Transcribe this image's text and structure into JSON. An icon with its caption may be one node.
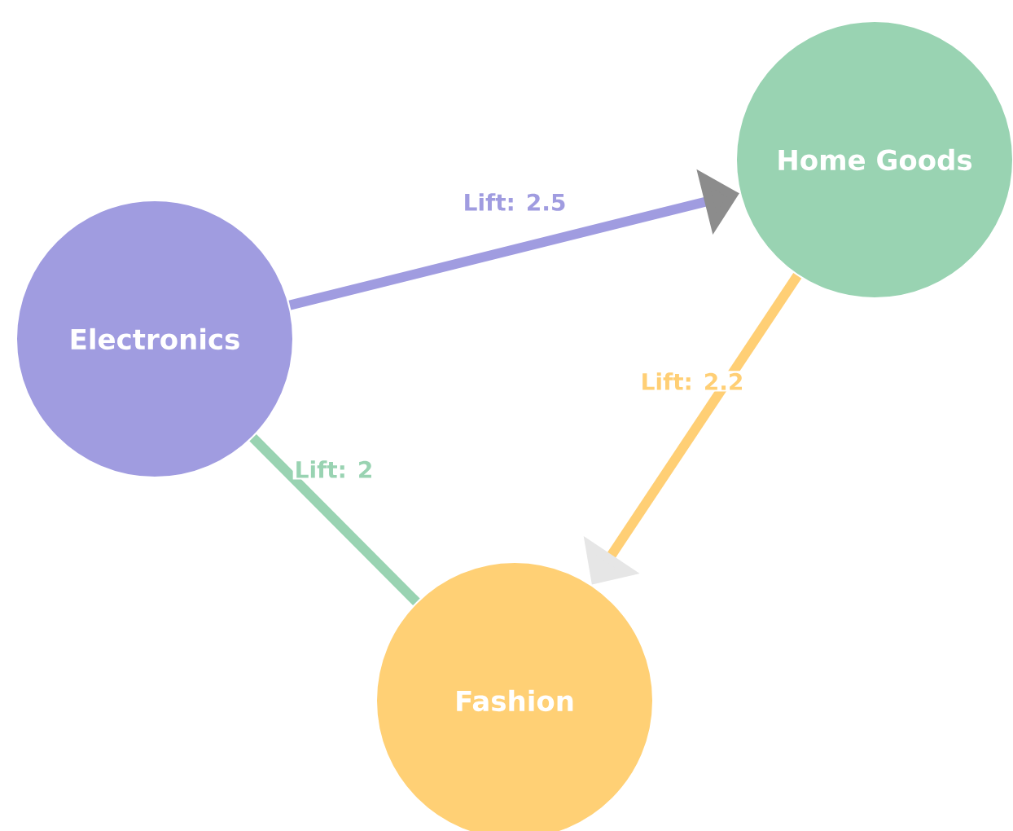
{
  "diagram": {
    "nodes": [
      {
        "text": [
          "Electronics"
        ]
      },
      {
        "text": [
          "Home Goods"
        ]
      },
      {
        "text": [
          "Fashion"
        ]
      }
    ],
    "edges": [
      {
        "from": 0,
        "to": 1,
        "arrow": "to",
        "label": "Lift: 2.5",
        "color": "#a09ce0"
      },
      {
        "from": 1,
        "to": 2,
        "arrow": "to",
        "label": "Lift: 2.2",
        "color": "#ffcf75"
      },
      {
        "from": 0,
        "to": 2,
        "arrow": "none",
        "label": "Lift: 2",
        "color": "#99d3b2"
      }
    ]
  }
}
